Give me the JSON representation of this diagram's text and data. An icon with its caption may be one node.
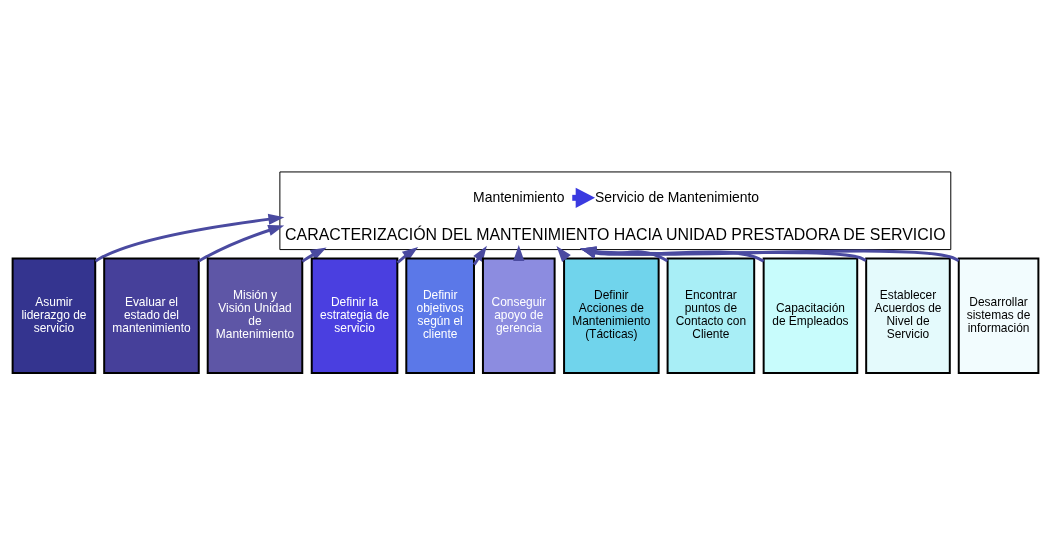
{
  "diagram": {
    "nodes": [
      {
        "text": [
          "CARACTERIZACIÓN DEL MANTENIMIENTO HACIA UNIDAD PRESTADORA DE SERVICIO"
        ]
      },
      {
        "text": [
          "Mantenimiento"
        ],
        "in": 0
      },
      {
        "text": [
          "Servicio de Mantenimiento"
        ],
        "in": 0
      },
      {
        "text": [
          "Asumir liderazgo de servicio"
        ]
      },
      {
        "text": [
          "Evaluar el estado del mantenimiento"
        ]
      },
      {
        "text": [
          "Misión y Visión Unidad de Mantenimiento"
        ]
      },
      {
        "text": [
          "Definir la estrategia de servicio"
        ]
      },
      {
        "text": [
          "Definir objetivos según el cliente"
        ]
      },
      {
        "text": [
          "Conseguir apoyo de gerencia"
        ]
      },
      {
        "text": [
          "Definir Acciones de Mantenimiento (Tácticas)"
        ]
      },
      {
        "text": [
          "Encontrar puntos de Contacto con Cliente"
        ]
      },
      {
        "text": [
          "Capacitación de Empleados"
        ]
      },
      {
        "text": [
          "Establecer Acuerdos de Nivel de Servicio"
        ]
      },
      {
        "text": [
          "Desarrollar sistemas de información"
        ]
      }
    ],
    "edges": [
      {
        "from": 1,
        "to": 2,
        "arrow": "to",
        "style": "thick",
        "color": "#3a3ae0"
      },
      {
        "from": 3,
        "to": 0,
        "arrow": "to"
      },
      {
        "from": 4,
        "to": 0,
        "arrow": "to"
      },
      {
        "from": 5,
        "to": 0,
        "arrow": "to"
      },
      {
        "from": 6,
        "to": 0,
        "arrow": "to"
      },
      {
        "from": 7,
        "to": 0,
        "arrow": "to"
      },
      {
        "from": 8,
        "to": 0,
        "arrow": "to"
      },
      {
        "from": 9,
        "to": 0,
        "arrow": "to"
      },
      {
        "from": 10,
        "to": 0,
        "arrow": "to"
      },
      {
        "from": 11,
        "to": 0,
        "arrow": "to"
      },
      {
        "from": 12,
        "to": 0,
        "arrow": "to"
      },
      {
        "from": 13,
        "to": 0,
        "arrow": "to"
      }
    ]
  }
}
